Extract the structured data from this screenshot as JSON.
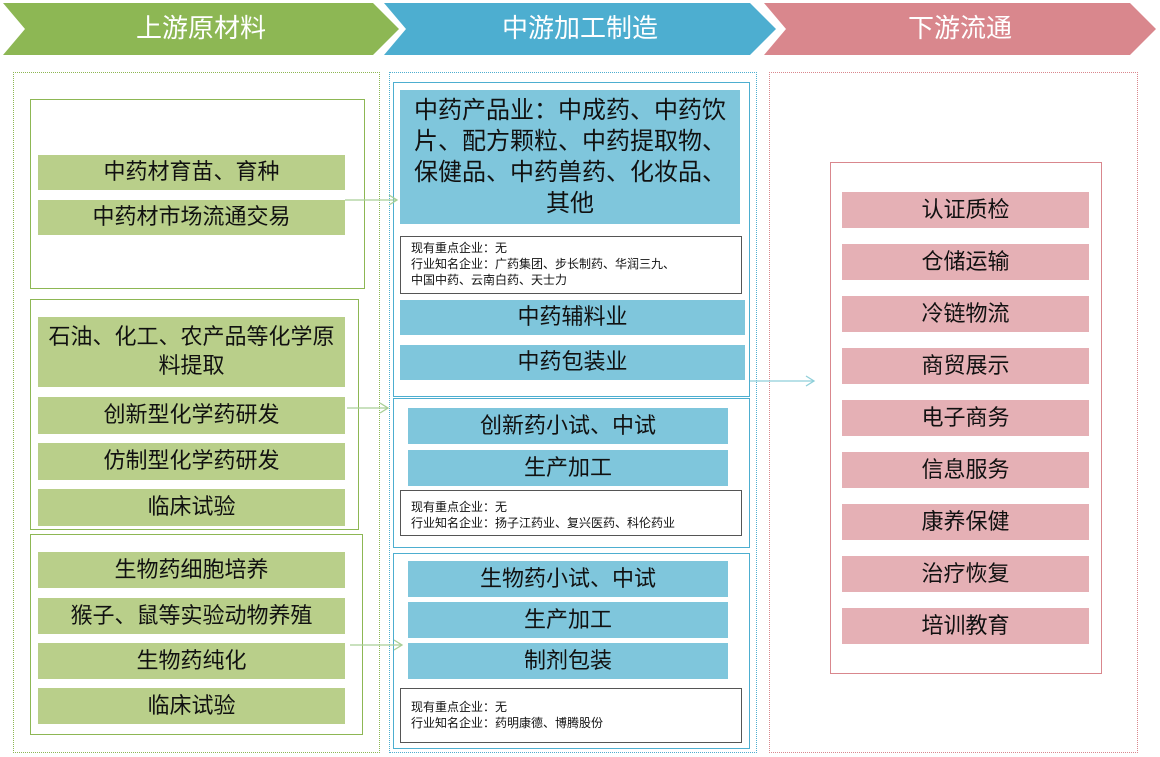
{
  "colors": {
    "upstream": "#8db754",
    "midstream": "#4daed0",
    "downstream": "#d9878d",
    "upstream_item": "#b9cf8a",
    "midstream_item": "#7fc6dc",
    "downstream_item": "#e5b0b5"
  },
  "headers": {
    "upstream": "上游原材料",
    "midstream": "中游加工制造",
    "downstream": "下游流通"
  },
  "upstream": {
    "group1": [
      "中药材育苗、育种",
      "中药材市场流通交易"
    ],
    "group2": [
      "石油、化工、农产品等化学原料提取",
      "创新型化学药研发",
      "仿制型化学药研发",
      "临床试验"
    ],
    "group3": [
      "生物药细胞培养",
      "猴子、鼠等实验动物养殖",
      "生物药纯化",
      "临床试验"
    ]
  },
  "midstream": {
    "tcm": {
      "main": "中药产品业：中成药、中药饮片、配方颗粒、中药提取物、保健品、中药兽药、化妆品、其他",
      "info": [
        "现有重点企业：无",
        "行业知名企业：广药集团、步长制药、华润三九、",
        "中国中药、云南白药、天士力"
      ],
      "extras": [
        "中药辅料业",
        "中药包装业"
      ]
    },
    "chem": {
      "items": [
        "创新药小试、中试",
        "生产加工"
      ],
      "info": [
        "现有重点企业：无",
        "行业知名企业：扬子江药业、复兴医药、科伦药业"
      ]
    },
    "bio": {
      "items": [
        "生物药小试、中试",
        "生产加工",
        "制剂包装"
      ],
      "info": [
        "现有重点企业：无",
        "行业知名企业：药明康德、博腾股份"
      ]
    }
  },
  "downstream": {
    "items": [
      "认证质检",
      "仓储运输",
      "冷链物流",
      "商贸展示",
      "电子商务",
      "信息服务",
      "康养保健",
      "治疗恢复",
      "培训教育"
    ]
  }
}
